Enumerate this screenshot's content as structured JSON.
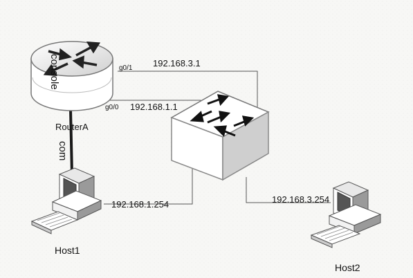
{
  "diagram": {
    "nodes": {
      "router": {
        "name": "RouterA",
        "icon": "router-icon"
      },
      "switch": {
        "icon": "switch-icon"
      },
      "host1": {
        "name": "Host1",
        "icon": "computer-icon"
      },
      "host2": {
        "name": "Host2",
        "icon": "computer-icon"
      }
    },
    "ports": {
      "g01": "g0/1",
      "g00": "g0/0"
    },
    "ip_labels": {
      "router_g01": "192.168.3.1",
      "router_g00": "192.168.1.1",
      "host1": "192.168.1.254",
      "host2": "192.168.3.254"
    },
    "cable_labels": {
      "console": "console",
      "com": "com"
    }
  },
  "colors": {
    "background": "#f7f7f5",
    "line": "#444444",
    "console_cable": "#1a1a1a",
    "device_face": "#ffffff",
    "device_shade": "#8a8a8a",
    "arrow": "#111111"
  }
}
